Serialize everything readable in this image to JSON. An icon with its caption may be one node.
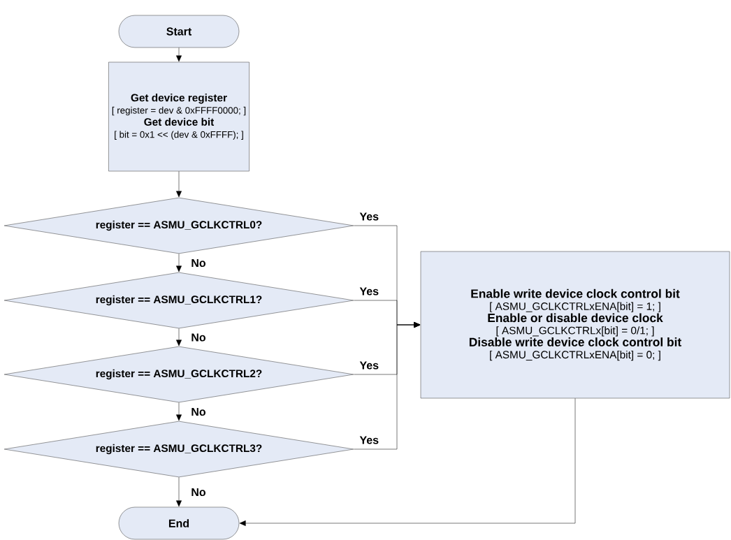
{
  "diagram": {
    "nodes": [
      {
        "text": [
          "Start"
        ]
      },
      {
        "text": [
          "Get device register",
          "[ register = dev & 0xFFFF0000; ]",
          "Get device bit",
          "[ bit = 0x1 << (dev & 0xFFFF); ]"
        ]
      },
      {
        "text": [
          "register == ASMU_GCLKCTRL0?"
        ]
      },
      {
        "text": [
          "register == ASMU_GCLKCTRL1?"
        ]
      },
      {
        "text": [
          "register == ASMU_GCLKCTRL2?"
        ]
      },
      {
        "text": [
          "register == ASMU_GCLKCTRL3?"
        ]
      },
      {
        "text": [
          "End"
        ]
      },
      {
        "text": [
          "Enable write device clock control bit",
          "[ ASMU_GCLKCTRLxENA[bit] = 1; ]",
          "Enable or disable device clock",
          "[ ASMU_GCLKCTRLx[bit] = 0/1; ]",
          "Disable write device clock control bit",
          "[ ASMU_GCLKCTRLxENA[bit] = 0; ]"
        ]
      }
    ],
    "edges": [
      {
        "from": 0,
        "to": 1,
        "arrow": "to"
      },
      {
        "from": 1,
        "to": 2,
        "arrow": "to"
      },
      {
        "from": 2,
        "to": 3,
        "arrow": "to",
        "label": "No"
      },
      {
        "from": 3,
        "to": 4,
        "arrow": "to",
        "label": "No"
      },
      {
        "from": 4,
        "to": 5,
        "arrow": "to",
        "label": "No"
      },
      {
        "from": 5,
        "to": 6,
        "arrow": "to",
        "label": "No"
      },
      {
        "from": 2,
        "to": 7,
        "arrow": "to",
        "label": "Yes"
      },
      {
        "from": 3,
        "to": 7,
        "arrow": "to",
        "label": "Yes"
      },
      {
        "from": 4,
        "to": 7,
        "arrow": "to",
        "label": "Yes"
      },
      {
        "from": 5,
        "to": 7,
        "arrow": "to",
        "label": "Yes"
      },
      {
        "from": 7,
        "to": 6,
        "arrow": "to"
      }
    ]
  }
}
